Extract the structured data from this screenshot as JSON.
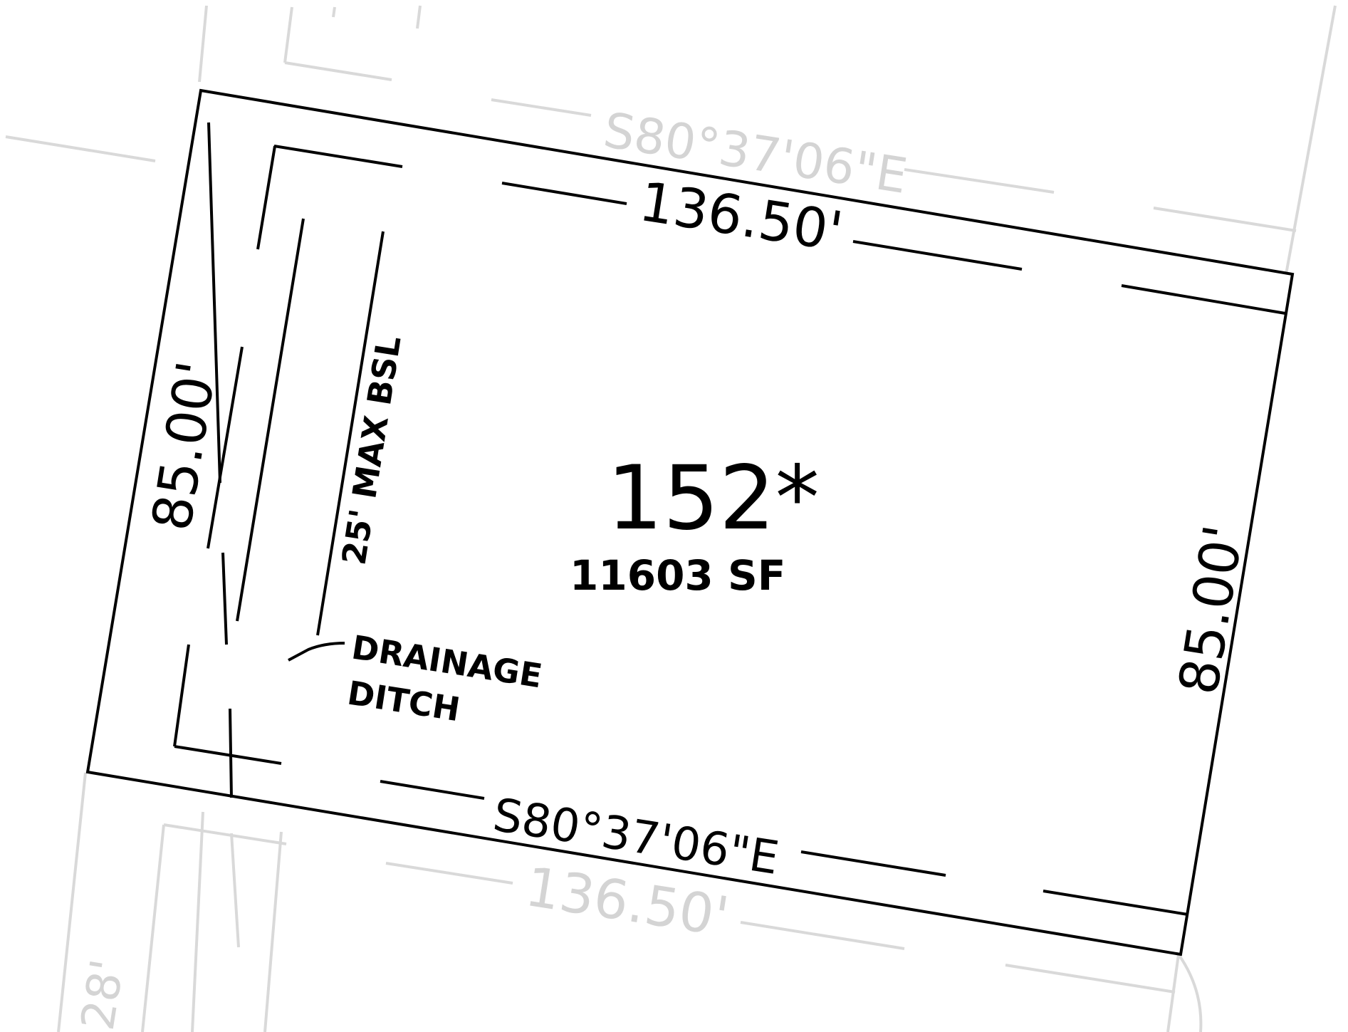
{
  "lot": {
    "number": "152*",
    "area": "11603 SF"
  },
  "dimensions": {
    "top_length": "136.50'",
    "left_length": "85.00'",
    "right_length": "85.00'",
    "bottom_bearing": "S80°37'06\"E"
  },
  "annotations": {
    "setback": "25' MAX BSL",
    "drainage_line1": "DRAINAGE",
    "drainage_line2": "DITCH"
  },
  "adjacent": {
    "top_bearing": "S80°37'06\"E",
    "bottom_length": "136.50'",
    "lower_left_length": "28'"
  },
  "colors": {
    "lines": "#000000",
    "background_lines": "#d9d9d9",
    "paper": "#ffffff"
  }
}
